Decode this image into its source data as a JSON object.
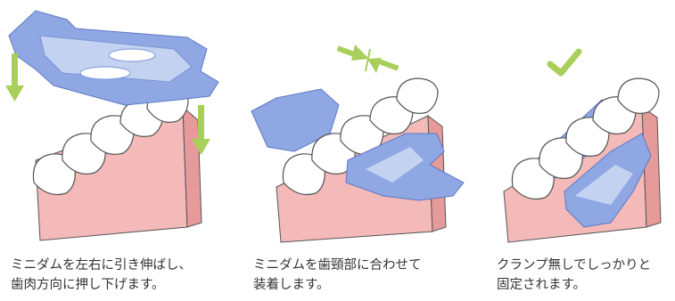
{
  "steps": [
    {
      "line1": "ミニダムを左右に引き伸ばし、",
      "line2": "歯肉方向に押し下げます。"
    },
    {
      "line1": "ミニダムを歯頸部に合わせて",
      "line2": "装着します。"
    },
    {
      "line1": "クランプ無しでしっかりと",
      "line2": "固定されます。"
    }
  ],
  "colors": {
    "gum": "#f4b9b9",
    "gum_dark": "#e79a9a",
    "tooth": "#ffffff",
    "outline": "#555555",
    "dam": "#8fa8e3",
    "dam_light": "#c4d2f2",
    "arrow": "#a9cf5b"
  },
  "icons": [
    "down-arrow-icon",
    "pinch-arrows-icon",
    "check-icon"
  ]
}
